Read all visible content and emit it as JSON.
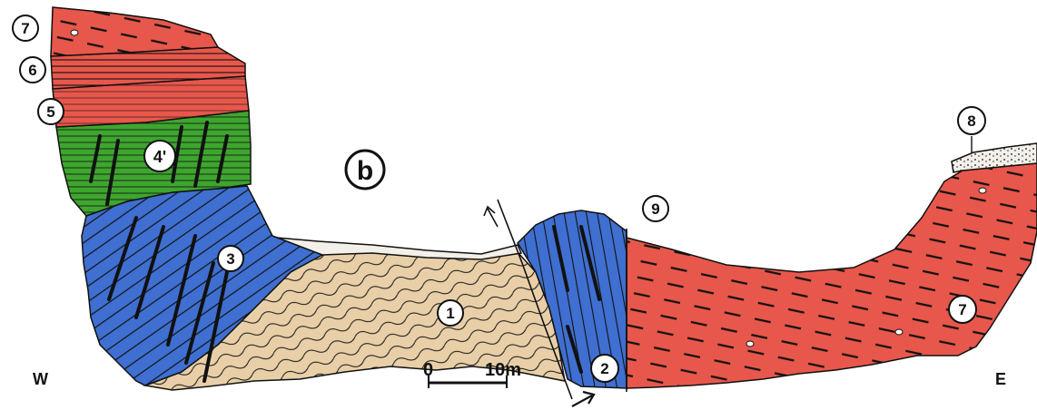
{
  "figure": {
    "panel_label": "b",
    "direction_west": "W",
    "direction_east": "E"
  },
  "scale_bar": {
    "start_label": "0",
    "end_label": "10m"
  },
  "units": {
    "unit_1": "1",
    "unit_2": "2",
    "unit_3": "3",
    "unit_4p": "4'",
    "unit_5": "5",
    "unit_6": "6",
    "unit_7_top": "7",
    "unit_7_right": "7",
    "unit_8": "8",
    "unit_9": "9"
  },
  "colors": {
    "red": "#e8574b",
    "green": "#3ea62f",
    "blue": "#3f6fd0",
    "tan": "#e8cfa8",
    "gravel": "#f2f0e8",
    "ink": "#111111"
  }
}
